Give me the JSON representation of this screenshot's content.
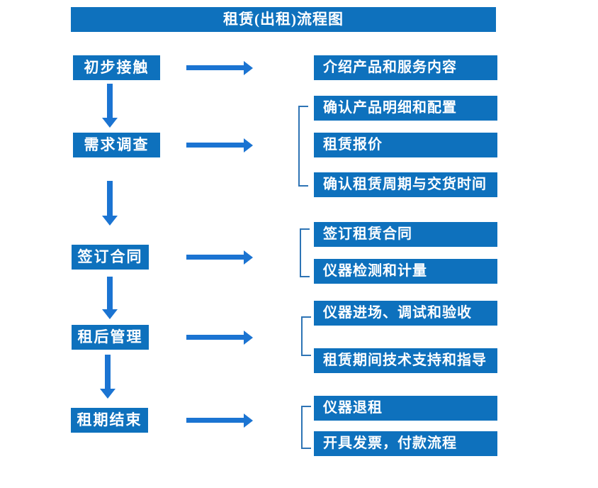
{
  "title": "租赁(出租)流程图",
  "colors": {
    "box_blue": "#0e71bd",
    "arrow_blue": "#1b74d2",
    "bracket_blue": "#2e74b5",
    "text": "#ffffff",
    "background": "#ffffff"
  },
  "stages": [
    {
      "label": "初步接触"
    },
    {
      "label": "需求调查"
    },
    {
      "label": "签订合同"
    },
    {
      "label": "租后管理"
    },
    {
      "label": "租期结束"
    }
  ],
  "details": [
    {
      "label": "介绍产品和服务内容"
    },
    {
      "label": "确认产品明细和配置"
    },
    {
      "label": "租赁报价"
    },
    {
      "label": "确认租赁周期与交货时间"
    },
    {
      "label": "签订租赁合同"
    },
    {
      "label": "仪器检测和计量"
    },
    {
      "label": "仪器进场、调试和验收"
    },
    {
      "label": "租赁期间技术支持和指导"
    },
    {
      "label": "仪器退租"
    },
    {
      "label": "开具发票，付款流程"
    }
  ],
  "flow": [
    {
      "stage": "初步接触",
      "details": [
        "介绍产品和服务内容"
      ]
    },
    {
      "stage": "需求调查",
      "details": [
        "确认产品明细和配置",
        "租赁报价",
        "确认租赁周期与交货时间"
      ]
    },
    {
      "stage": "签订合同",
      "details": [
        "签订租赁合同",
        "仪器检测和计量"
      ]
    },
    {
      "stage": "租后管理",
      "details": [
        "仪器进场、调试和验收",
        "租赁期间技术支持和指导"
      ]
    },
    {
      "stage": "租期结束",
      "details": [
        "仪器退租",
        "开具发票，付款流程"
      ]
    }
  ]
}
